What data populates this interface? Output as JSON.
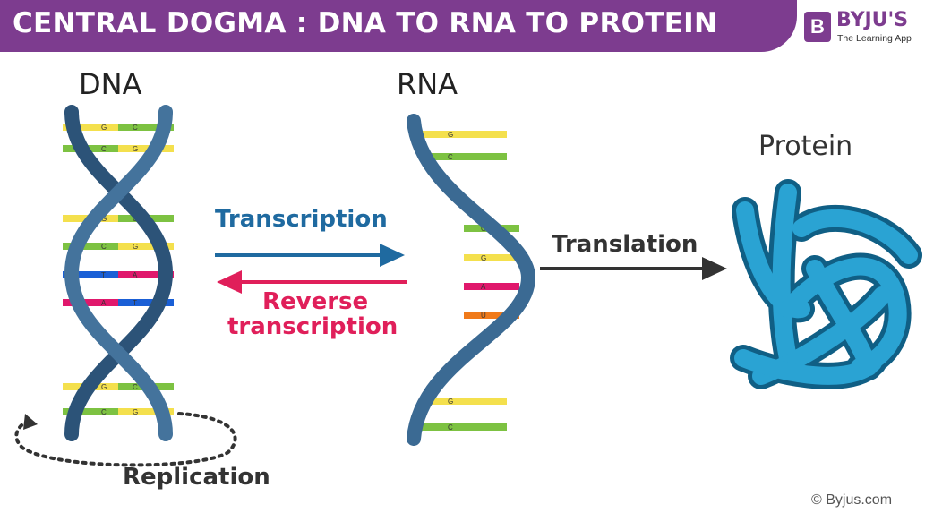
{
  "header": {
    "title": "CENTRAL DOGMA : DNA TO RNA TO PROTEIN"
  },
  "logo": {
    "badge": "B",
    "name": "BYJU'S",
    "tagline": "The Learning App"
  },
  "labels": {
    "dna": "DNA",
    "rna": "RNA",
    "protein": "Protein",
    "transcription": "Transcription",
    "reverse_line1": "Reverse",
    "reverse_line2": "transcription",
    "translation": "Translation",
    "replication": "Replication"
  },
  "dna_rungs": [
    {
      "left": "G",
      "right": "C",
      "left_color": "#f4e04d",
      "right_color": "#7dc242"
    },
    {
      "left": "C",
      "right": "G",
      "left_color": "#7dc242",
      "right_color": "#f4e04d"
    },
    {
      "left": "G",
      "right": "C",
      "left_color": "#f4e04d",
      "right_color": "#7dc242"
    },
    {
      "left": "C",
      "right": "G",
      "left_color": "#7dc242",
      "right_color": "#f4e04d"
    },
    {
      "left": "T",
      "right": "A",
      "left_color": "#1a5fd6",
      "right_color": "#e0186c"
    },
    {
      "left": "A",
      "right": "T",
      "left_color": "#e0186c",
      "right_color": "#1a5fd6"
    },
    {
      "left": "G",
      "right": "C",
      "left_color": "#f4e04d",
      "right_color": "#7dc242"
    },
    {
      "left": "C",
      "right": "G",
      "left_color": "#7dc242",
      "right_color": "#f4e04d"
    }
  ],
  "rna_bases": [
    {
      "base": "G",
      "color": "#f4e04d"
    },
    {
      "base": "C",
      "color": "#7dc242"
    },
    {
      "base": "C",
      "color": "#7dc242"
    },
    {
      "base": "G",
      "color": "#f4e04d"
    },
    {
      "base": "A",
      "color": "#e0186c"
    },
    {
      "base": "U",
      "color": "#f07a1a"
    },
    {
      "base": "G",
      "color": "#f4e04d"
    },
    {
      "base": "C",
      "color": "#7dc242"
    }
  ],
  "colors": {
    "banner": "#7d3c8f",
    "strand": "#3b6a93",
    "transcription": "#1f6aa0",
    "reverse": "#e01f5a",
    "protein": "#1f8fc0"
  },
  "footer": {
    "copyright": "© Byjus.com"
  }
}
